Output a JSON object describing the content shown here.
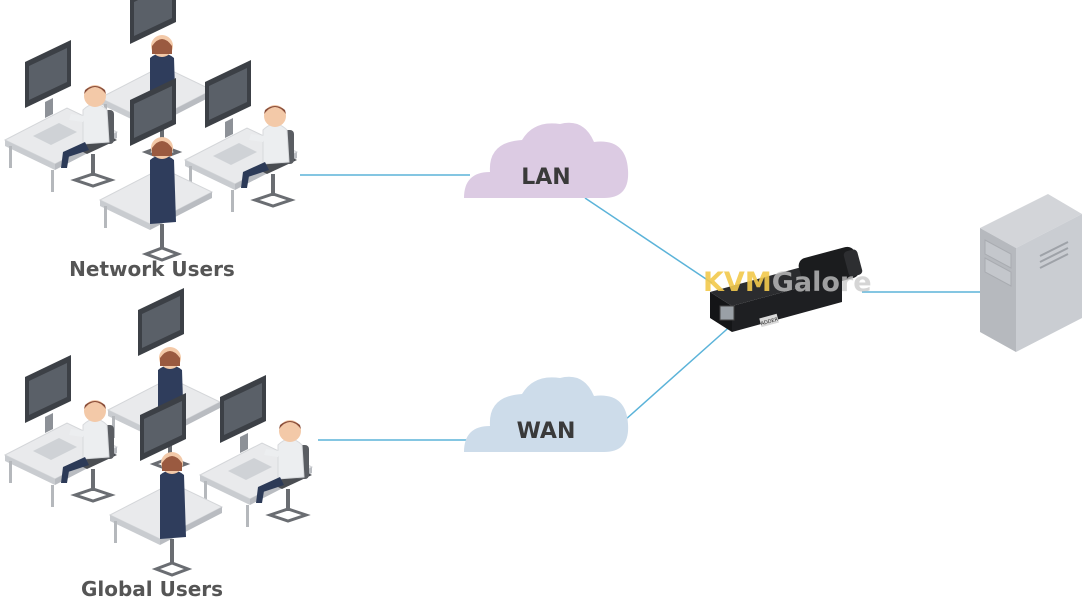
{
  "groups": {
    "network_users": {
      "label": "Network Users"
    },
    "global_users": {
      "label": "Global Users"
    }
  },
  "clouds": {
    "lan": {
      "label": "LAN",
      "color": "#dccbe3"
    },
    "wan": {
      "label": "WAN",
      "color": "#cddcea"
    }
  },
  "device": {
    "badge": "ADDER"
  },
  "watermark": {
    "part1": "KVM",
    "part2": "Galore",
    "color1": "#f2c94c",
    "color2": "#c8c8c8"
  },
  "colors": {
    "link": "#5bb3d9"
  }
}
